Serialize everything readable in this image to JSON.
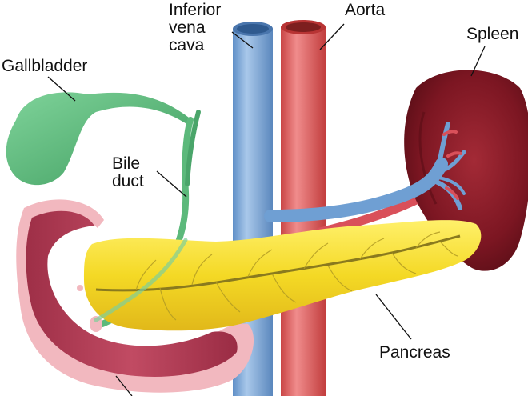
{
  "labels": {
    "inferior_vena_cava": [
      "Inferior",
      "vena",
      "cava"
    ],
    "aorta": "Aorta",
    "spleen": "Spleen",
    "gallbladder": "Gallbladder",
    "bile_duct": [
      "Bile",
      "duct"
    ],
    "pancreas": "Pancreas"
  },
  "colors": {
    "vena_cava": "#6f9fd3",
    "aorta": "#dd5a5a",
    "spleen": "#7a1621",
    "gallbladder": "#5cb97b",
    "pancreas": "#f2d629",
    "duodenum": "#b34257",
    "duodenum_rim": "#f2b8bf",
    "pancreatic_duct": "#8a7a1e"
  }
}
